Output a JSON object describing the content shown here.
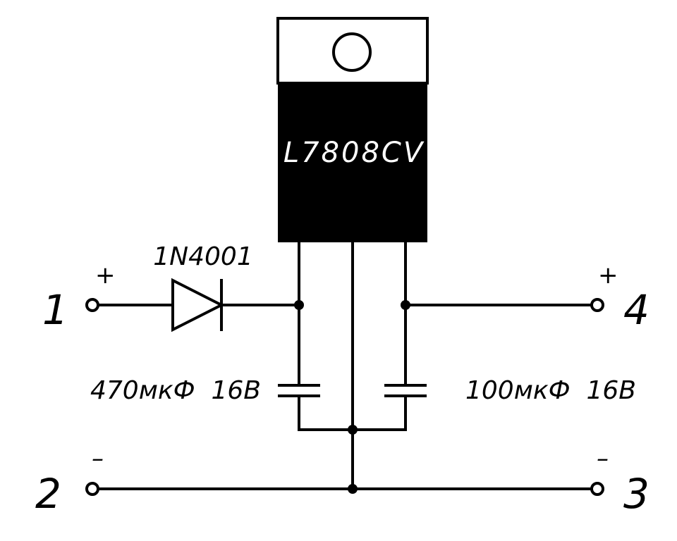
{
  "regulator": {
    "label": "L7808CV"
  },
  "diode": {
    "label": "1N4001"
  },
  "capacitors": {
    "input": {
      "label": "470мкФ  16В"
    },
    "output": {
      "label": "100мкФ  16В"
    }
  },
  "terminals": [
    {
      "number": "1",
      "polarity": "+"
    },
    {
      "number": "2",
      "polarity": "–"
    },
    {
      "number": "3",
      "polarity": "–"
    },
    {
      "number": "4",
      "polarity": "+"
    }
  ],
  "colors": {
    "ink": "#000000",
    "background": "#ffffff"
  }
}
